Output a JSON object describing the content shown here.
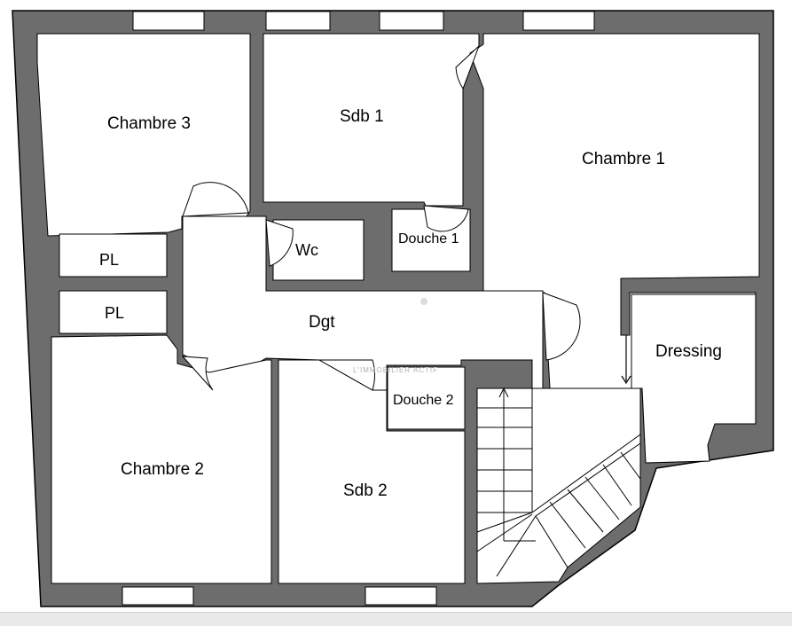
{
  "rooms": {
    "chambre3": "Chambre 3",
    "sdb1": "Sdb 1",
    "chambre1": "Chambre 1",
    "wc": "Wc",
    "douche1": "Douche 1",
    "pl_top": "PL",
    "pl_bottom": "PL",
    "dgt": "Dgt",
    "dressing": "Dressing",
    "douche2": "Douche 2",
    "chambre2": "Chambre 2",
    "sdb2": "Sdb 2"
  },
  "watermark": {
    "text": "L'IMMOBILIER ACTIF"
  },
  "colors": {
    "wall": "#6d6d6d",
    "wall_stroke": "#000000",
    "room": "#ffffff"
  }
}
